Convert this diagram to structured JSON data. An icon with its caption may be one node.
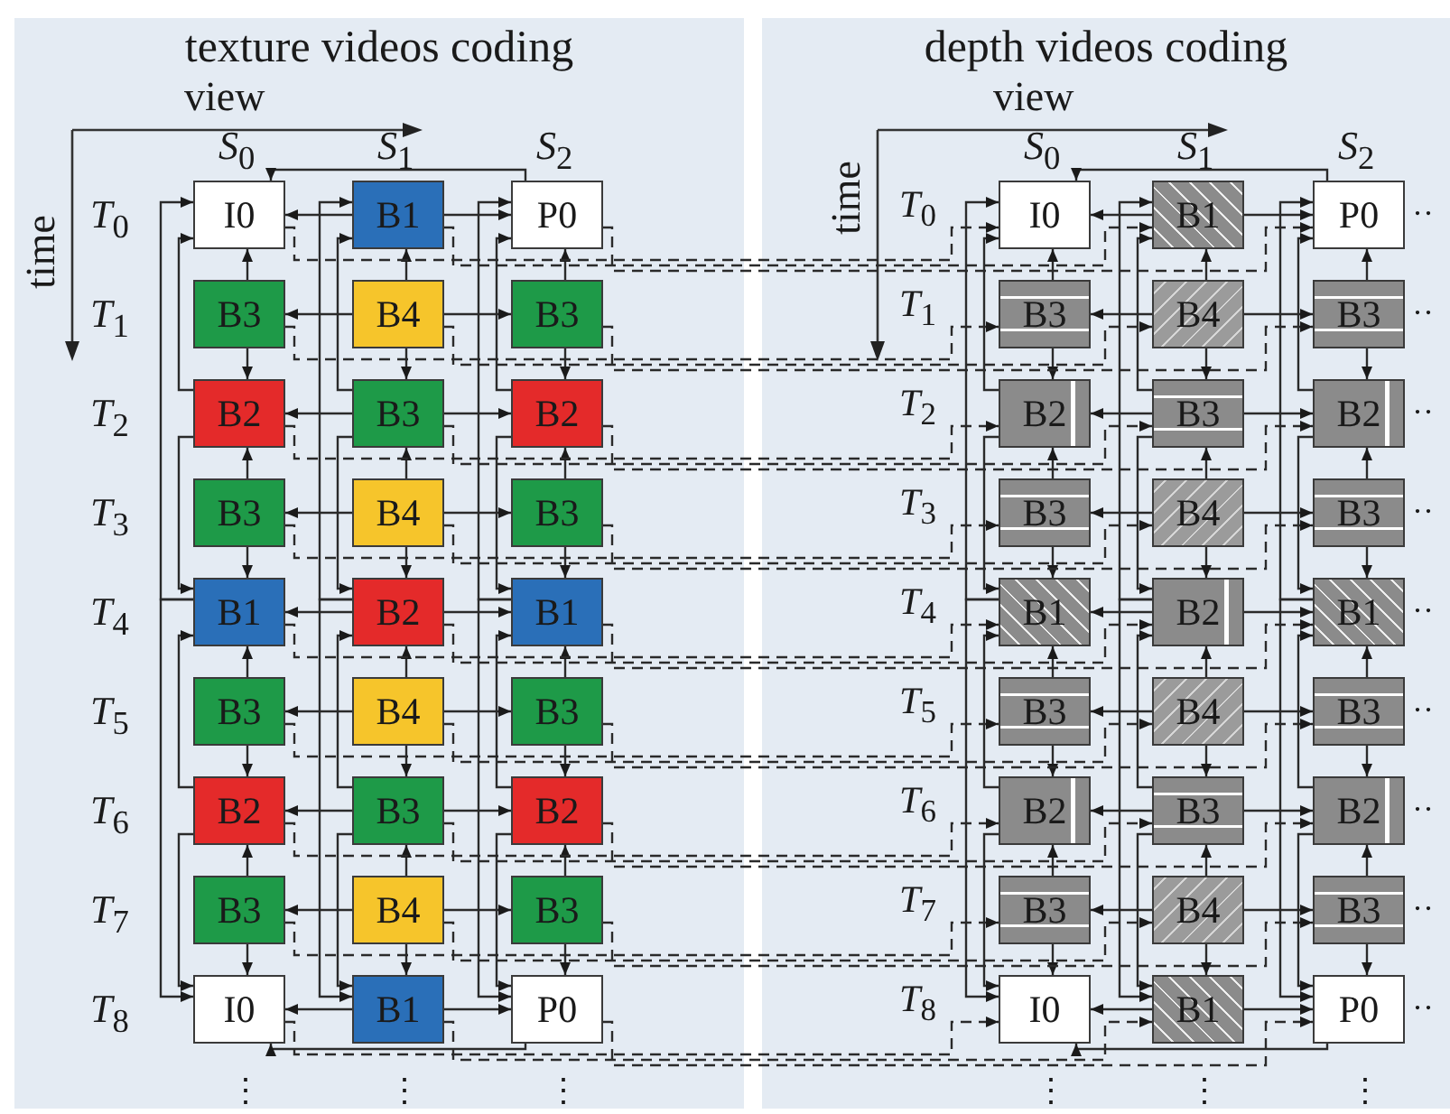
{
  "diagram": {
    "nodes": [
      {
        "text": [
          "texture videos coding"
        ]
      },
      {
        "text": [
          "depth videos coding"
        ]
      },
      {
        "text": [
          "I0"
        ],
        "in": 0
      },
      {
        "text": [
          "B1"
        ],
        "in": 0
      },
      {
        "text": [
          "P0"
        ],
        "in": 0
      },
      {
        "text": [
          "B3"
        ],
        "in": 0
      },
      {
        "text": [
          "B4"
        ],
        "in": 0
      },
      {
        "text": [
          "B3"
        ],
        "in": 0
      },
      {
        "text": [
          "B2"
        ],
        "in": 0
      },
      {
        "text": [
          "B3"
        ],
        "in": 0
      },
      {
        "text": [
          "B2"
        ],
        "in": 0
      },
      {
        "text": [
          "B3"
        ],
        "in": 0
      },
      {
        "text": [
          "B4"
        ],
        "in": 0
      },
      {
        "text": [
          "B3"
        ],
        "in": 0
      },
      {
        "text": [
          "B1"
        ],
        "in": 0
      },
      {
        "text": [
          "B2"
        ],
        "in": 0
      },
      {
        "text": [
          "B1"
        ],
        "in": 0
      },
      {
        "text": [
          "B3"
        ],
        "in": 0
      },
      {
        "text": [
          "B4"
        ],
        "in": 0
      },
      {
        "text": [
          "B3"
        ],
        "in": 0
      },
      {
        "text": [
          "B2"
        ],
        "in": 0
      },
      {
        "text": [
          "B3"
        ],
        "in": 0
      },
      {
        "text": [
          "B2"
        ],
        "in": 0
      },
      {
        "text": [
          "B3"
        ],
        "in": 0
      },
      {
        "text": [
          "B4"
        ],
        "in": 0
      },
      {
        "text": [
          "B3"
        ],
        "in": 0
      },
      {
        "text": [
          "I0"
        ],
        "in": 0
      },
      {
        "text": [
          "B1"
        ],
        "in": 0
      },
      {
        "text": [
          "P0"
        ],
        "in": 0
      },
      {
        "text": [
          "I0"
        ],
        "in": 1
      },
      {
        "text": [
          "B1"
        ],
        "in": 1
      },
      {
        "text": [
          "P0"
        ],
        "in": 1
      },
      {
        "text": [
          "B3"
        ],
        "in": 1
      },
      {
        "text": [
          "B4"
        ],
        "in": 1
      },
      {
        "text": [
          "B3"
        ],
        "in": 1
      },
      {
        "text": [
          "B2"
        ],
        "in": 1
      },
      {
        "text": [
          "B3"
        ],
        "in": 1
      },
      {
        "text": [
          "B2"
        ],
        "in": 1
      },
      {
        "text": [
          "B3"
        ],
        "in": 1
      },
      {
        "text": [
          "B4"
        ],
        "in": 1
      },
      {
        "text": [
          "B3"
        ],
        "in": 1
      },
      {
        "text": [
          "B1"
        ],
        "in": 1
      },
      {
        "text": [
          "B2"
        ],
        "in": 1
      },
      {
        "text": [
          "B1"
        ],
        "in": 1
      },
      {
        "text": [
          "B3"
        ],
        "in": 1
      },
      {
        "text": [
          "B4"
        ],
        "in": 1
      },
      {
        "text": [
          "B3"
        ],
        "in": 1
      },
      {
        "text": [
          "B2"
        ],
        "in": 1
      },
      {
        "text": [
          "B3"
        ],
        "in": 1
      },
      {
        "text": [
          "B2"
        ],
        "in": 1
      },
      {
        "text": [
          "B3"
        ],
        "in": 1
      },
      {
        "text": [
          "B4"
        ],
        "in": 1
      },
      {
        "text": [
          "B3"
        ],
        "in": 1
      },
      {
        "text": [
          "I0"
        ],
        "in": 1
      },
      {
        "text": [
          "B1"
        ],
        "in": 1
      },
      {
        "text": [
          "P0"
        ],
        "in": 1
      }
    ],
    "edges": [
      {
        "from": 3,
        "to": 2,
        "arrow": "to"
      },
      {
        "from": 4,
        "to": 2,
        "arrow": "to"
      },
      {
        "from": 3,
        "to": 4,
        "arrow": "to"
      },
      {
        "from": 6,
        "to": 5,
        "arrow": "to"
      },
      {
        "from": 6,
        "to": 7,
        "arrow": "to"
      },
      {
        "from": 9,
        "to": 8,
        "arrow": "to"
      },
      {
        "from": 9,
        "to": 10,
        "arrow": "to"
      },
      {
        "from": 12,
        "to": 11,
        "arrow": "to"
      },
      {
        "from": 12,
        "to": 13,
        "arrow": "to"
      },
      {
        "from": 15,
        "to": 14,
        "arrow": "to"
      },
      {
        "from": 15,
        "to": 16,
        "arrow": "to"
      },
      {
        "from": 18,
        "to": 17,
        "arrow": "to"
      },
      {
        "from": 18,
        "to": 19,
        "arrow": "to"
      },
      {
        "from": 21,
        "to": 20,
        "arrow": "to"
      },
      {
        "from": 21,
        "to": 22,
        "arrow": "to"
      },
      {
        "from": 24,
        "to": 23,
        "arrow": "to"
      },
      {
        "from": 24,
        "to": 25,
        "arrow": "to"
      },
      {
        "from": 27,
        "to": 26,
        "arrow": "to"
      },
      {
        "from": 28,
        "to": 26,
        "arrow": "to"
      },
      {
        "from": 27,
        "to": 28,
        "arrow": "to"
      },
      {
        "from": 5,
        "to": 2,
        "arrow": "to"
      },
      {
        "from": 8,
        "to": 2,
        "arrow": "to"
      },
      {
        "from": 5,
        "to": 8,
        "arrow": "to"
      },
      {
        "from": 11,
        "to": 8,
        "arrow": "to"
      },
      {
        "from": 11,
        "to": 14,
        "arrow": "to"
      },
      {
        "from": 8,
        "to": 14,
        "arrow": "to"
      },
      {
        "from": 17,
        "to": 14,
        "arrow": "to"
      },
      {
        "from": 20,
        "to": 14,
        "arrow": "to"
      },
      {
        "from": 17,
        "to": 20,
        "arrow": "to"
      },
      {
        "from": 23,
        "to": 20,
        "arrow": "to"
      },
      {
        "from": 23,
        "to": 26,
        "arrow": "to"
      },
      {
        "from": 20,
        "to": 26,
        "arrow": "to"
      },
      {
        "from": 14,
        "to": 2,
        "arrow": "to"
      },
      {
        "from": 14,
        "to": 26,
        "arrow": "to"
      },
      {
        "from": 6,
        "to": 3,
        "arrow": "to"
      },
      {
        "from": 9,
        "to": 3,
        "arrow": "to"
      },
      {
        "from": 6,
        "to": 9,
        "arrow": "to"
      },
      {
        "from": 12,
        "to": 9,
        "arrow": "to"
      },
      {
        "from": 12,
        "to": 15,
        "arrow": "to"
      },
      {
        "from": 9,
        "to": 15,
        "arrow": "to"
      },
      {
        "from": 18,
        "to": 15,
        "arrow": "to"
      },
      {
        "from": 21,
        "to": 15,
        "arrow": "to"
      },
      {
        "from": 18,
        "to": 21,
        "arrow": "to"
      },
      {
        "from": 24,
        "to": 21,
        "arrow": "to"
      },
      {
        "from": 24,
        "to": 27,
        "arrow": "to"
      },
      {
        "from": 21,
        "to": 27,
        "arrow": "to"
      },
      {
        "from": 15,
        "to": 3,
        "arrow": "to"
      },
      {
        "from": 15,
        "to": 27,
        "arrow": "to"
      },
      {
        "from": 7,
        "to": 4,
        "arrow": "to"
      },
      {
        "from": 10,
        "to": 4,
        "arrow": "to"
      },
      {
        "from": 7,
        "to": 10,
        "arrow": "to"
      },
      {
        "from": 13,
        "to": 10,
        "arrow": "to"
      },
      {
        "from": 13,
        "to": 16,
        "arrow": "to"
      },
      {
        "from": 10,
        "to": 16,
        "arrow": "to"
      },
      {
        "from": 19,
        "to": 16,
        "arrow": "to"
      },
      {
        "from": 22,
        "to": 16,
        "arrow": "to"
      },
      {
        "from": 19,
        "to": 22,
        "arrow": "to"
      },
      {
        "from": 25,
        "to": 22,
        "arrow": "to"
      },
      {
        "from": 25,
        "to": 28,
        "arrow": "to"
      },
      {
        "from": 22,
        "to": 28,
        "arrow": "to"
      },
      {
        "from": 16,
        "to": 4,
        "arrow": "to"
      },
      {
        "from": 16,
        "to": 28,
        "arrow": "to"
      },
      {
        "from": 30,
        "to": 29,
        "arrow": "to"
      },
      {
        "from": 31,
        "to": 29,
        "arrow": "to"
      },
      {
        "from": 30,
        "to": 31,
        "arrow": "to"
      },
      {
        "from": 33,
        "to": 32,
        "arrow": "to"
      },
      {
        "from": 33,
        "to": 34,
        "arrow": "to"
      },
      {
        "from": 36,
        "to": 35,
        "arrow": "to"
      },
      {
        "from": 36,
        "to": 37,
        "arrow": "to"
      },
      {
        "from": 39,
        "to": 38,
        "arrow": "to"
      },
      {
        "from": 39,
        "to": 40,
        "arrow": "to"
      },
      {
        "from": 42,
        "to": 41,
        "arrow": "to"
      },
      {
        "from": 42,
        "to": 43,
        "arrow": "to"
      },
      {
        "from": 45,
        "to": 44,
        "arrow": "to"
      },
      {
        "from": 45,
        "to": 46,
        "arrow": "to"
      },
      {
        "from": 48,
        "to": 47,
        "arrow": "to"
      },
      {
        "from": 48,
        "to": 49,
        "arrow": "to"
      },
      {
        "from": 51,
        "to": 50,
        "arrow": "to"
      },
      {
        "from": 51,
        "to": 52,
        "arrow": "to"
      },
      {
        "from": 54,
        "to": 53,
        "arrow": "to"
      },
      {
        "from": 55,
        "to": 53,
        "arrow": "to"
      },
      {
        "from": 54,
        "to": 55,
        "arrow": "to"
      },
      {
        "from": 32,
        "to": 29,
        "arrow": "to"
      },
      {
        "from": 35,
        "to": 29,
        "arrow": "to"
      },
      {
        "from": 32,
        "to": 35,
        "arrow": "to"
      },
      {
        "from": 38,
        "to": 35,
        "arrow": "to"
      },
      {
        "from": 38,
        "to": 41,
        "arrow": "to"
      },
      {
        "from": 35,
        "to": 41,
        "arrow": "to"
      },
      {
        "from": 44,
        "to": 41,
        "arrow": "to"
      },
      {
        "from": 47,
        "to": 41,
        "arrow": "to"
      },
      {
        "from": 44,
        "to": 47,
        "arrow": "to"
      },
      {
        "from": 50,
        "to": 47,
        "arrow": "to"
      },
      {
        "from": 50,
        "to": 53,
        "arrow": "to"
      },
      {
        "from": 47,
        "to": 53,
        "arrow": "to"
      },
      {
        "from": 41,
        "to": 29,
        "arrow": "to"
      },
      {
        "from": 41,
        "to": 53,
        "arrow": "to"
      },
      {
        "from": 33,
        "to": 30,
        "arrow": "to"
      },
      {
        "from": 36,
        "to": 30,
        "arrow": "to"
      },
      {
        "from": 33,
        "to": 36,
        "arrow": "to"
      },
      {
        "from": 39,
        "to": 36,
        "arrow": "to"
      },
      {
        "from": 39,
        "to": 42,
        "arrow": "to"
      },
      {
        "from": 36,
        "to": 42,
        "arrow": "to"
      },
      {
        "from": 45,
        "to": 42,
        "arrow": "to"
      },
      {
        "from": 48,
        "to": 42,
        "arrow": "to"
      },
      {
        "from": 45,
        "to": 48,
        "arrow": "to"
      },
      {
        "from": 51,
        "to": 48,
        "arrow": "to"
      },
      {
        "from": 51,
        "to": 54,
        "arrow": "to"
      },
      {
        "from": 48,
        "to": 54,
        "arrow": "to"
      },
      {
        "from": 42,
        "to": 30,
        "arrow": "to"
      },
      {
        "from": 42,
        "to": 54,
        "arrow": "to"
      },
      {
        "from": 34,
        "to": 31,
        "arrow": "to"
      },
      {
        "from": 37,
        "to": 31,
        "arrow": "to"
      },
      {
        "from": 34,
        "to": 37,
        "arrow": "to"
      },
      {
        "from": 40,
        "to": 37,
        "arrow": "to"
      },
      {
        "from": 40,
        "to": 43,
        "arrow": "to"
      },
      {
        "from": 37,
        "to": 43,
        "arrow": "to"
      },
      {
        "from": 46,
        "to": 43,
        "arrow": "to"
      },
      {
        "from": 49,
        "to": 43,
        "arrow": "to"
      },
      {
        "from": 46,
        "to": 49,
        "arrow": "to"
      },
      {
        "from": 52,
        "to": 49,
        "arrow": "to"
      },
      {
        "from": 52,
        "to": 55,
        "arrow": "to"
      },
      {
        "from": 49,
        "to": 55,
        "arrow": "to"
      },
      {
        "from": 43,
        "to": 31,
        "arrow": "to"
      },
      {
        "from": 43,
        "to": 55,
        "arrow": "to"
      },
      {
        "from": 2,
        "to": 29,
        "arrow": "to",
        "style": "dashed"
      },
      {
        "from": 3,
        "to": 30,
        "arrow": "to",
        "style": "dashed"
      },
      {
        "from": 4,
        "to": 31,
        "arrow": "to",
        "style": "dashed"
      },
      {
        "from": 5,
        "to": 32,
        "arrow": "to",
        "style": "dashed"
      },
      {
        "from": 6,
        "to": 33,
        "arrow": "to",
        "style": "dashed"
      },
      {
        "from": 7,
        "to": 34,
        "arrow": "to",
        "style": "dashed"
      },
      {
        "from": 8,
        "to": 35,
        "arrow": "to",
        "style": "dashed"
      },
      {
        "from": 9,
        "to": 36,
        "arrow": "to",
        "style": "dashed"
      },
      {
        "from": 10,
        "to": 37,
        "arrow": "to",
        "style": "dashed"
      },
      {
        "from": 11,
        "to": 38,
        "arrow": "to",
        "style": "dashed"
      },
      {
        "from": 12,
        "to": 39,
        "arrow": "to",
        "style": "dashed"
      },
      {
        "from": 13,
        "to": 40,
        "arrow": "to",
        "style": "dashed"
      },
      {
        "from": 14,
        "to": 41,
        "arrow": "to",
        "style": "dashed"
      },
      {
        "from": 15,
        "to": 42,
        "arrow": "to",
        "style": "dashed"
      },
      {
        "from": 16,
        "to": 43,
        "arrow": "to",
        "style": "dashed"
      },
      {
        "from": 17,
        "to": 44,
        "arrow": "to",
        "style": "dashed"
      },
      {
        "from": 18,
        "to": 45,
        "arrow": "to",
        "style": "dashed"
      },
      {
        "from": 19,
        "to": 46,
        "arrow": "to",
        "style": "dashed"
      },
      {
        "from": 20,
        "to": 47,
        "arrow": "to",
        "style": "dashed"
      },
      {
        "from": 21,
        "to": 48,
        "arrow": "to",
        "style": "dashed"
      },
      {
        "from": 22,
        "to": 49,
        "arrow": "to",
        "style": "dashed"
      },
      {
        "from": 23,
        "to": 50,
        "arrow": "to",
        "style": "dashed"
      },
      {
        "from": 24,
        "to": 51,
        "arrow": "to",
        "style": "dashed"
      },
      {
        "from": 25,
        "to": 52,
        "arrow": "to",
        "style": "dashed"
      },
      {
        "from": 26,
        "to": 53,
        "arrow": "to",
        "style": "dashed"
      },
      {
        "from": 27,
        "to": 54,
        "arrow": "to",
        "style": "dashed"
      },
      {
        "from": 28,
        "to": 55,
        "arrow": "to",
        "style": "dashed"
      }
    ],
    "labels": [
      "view",
      "time",
      "*S*$_{0}$",
      "*S*$_{1}$",
      "*S*$_{2}$",
      "*T*$_{0}$",
      "*T*$_{1}$",
      "*T*$_{2}$",
      "*T*$_{3}$",
      "*T*$_{4}$",
      "*T*$_{5}$",
      "*T*$_{6}$",
      "*T*$_{7}$",
      "*T*$_{8}$",
      "⋮",
      "⋮",
      "⋮",
      "view",
      "time",
      "*S*$_{0}$",
      "*S*$_{1}$",
      "*S*$_{2}$",
      "*T*$_{0}$",
      "*T*$_{1}$",
      "*T*$_{2}$",
      "*T*$_{3}$",
      "*T*$_{4}$",
      "*T*$_{5}$",
      "*T*$_{6}$",
      "*T*$_{7}$",
      "*T*$_{8}$",
      "··",
      "··",
      "··",
      "··",
      "··",
      "··",
      "··",
      "··",
      "··",
      "⋮",
      "⋮",
      "⋮"
    ]
  }
}
